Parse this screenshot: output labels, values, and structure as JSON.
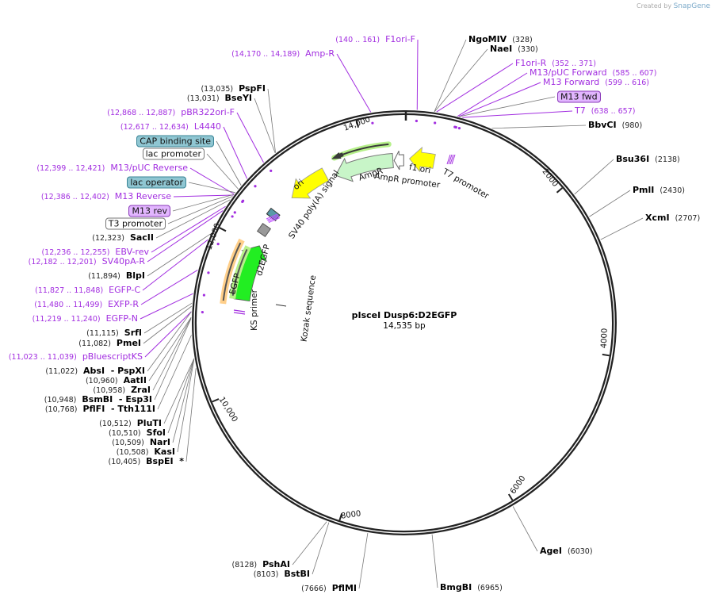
{
  "credit": {
    "prefix": "Created by",
    "brand": "SnapGene"
  },
  "plasmid": {
    "name": "pIsceI Dusp6:D2EGFP",
    "size": "14,535 bp",
    "length_bp": 14535
  },
  "ticks": [
    "14,000",
    "2000",
    "4000",
    "6000",
    "8000",
    "10,000",
    "12,000"
  ],
  "left_labels": [
    {
      "type": "p",
      "name": "Amp-R",
      "loc": "(14,170 .. 14,189)"
    },
    {
      "type": "p",
      "name": "F1ori-F",
      "loc": "(140 .. 161)"
    },
    {
      "type": "e",
      "name": "PspFI",
      "loc": "(13,035)"
    },
    {
      "type": "e",
      "name": "BseYI",
      "loc": "(13,031)"
    },
    {
      "type": "p",
      "name": "pBR322ori-F",
      "loc": "(12,868 .. 12,887)"
    },
    {
      "type": "p",
      "name": "L4440",
      "loc": "(12,617 .. 12,634)"
    },
    {
      "type": "b",
      "name": "CAP binding site",
      "style": "teal"
    },
    {
      "type": "b",
      "name": "lac promoter",
      "style": "white"
    },
    {
      "type": "p",
      "name": "M13/pUC Reverse",
      "loc": "(12,399 .. 12,421)"
    },
    {
      "type": "b",
      "name": "lac operator",
      "style": "teal"
    },
    {
      "type": "p",
      "name": "M13 Reverse",
      "loc": "(12,386 .. 12,402)"
    },
    {
      "type": "b",
      "name": "M13 rev",
      "style": "purple"
    },
    {
      "type": "b",
      "name": "T3 promoter",
      "style": "white"
    },
    {
      "type": "e",
      "name": "SacII",
      "loc": "(12,323)"
    },
    {
      "type": "p",
      "name": "EBV-rev",
      "loc": "(12,236 .. 12,255)"
    },
    {
      "type": "p",
      "name": "SV40pA-R",
      "loc": "(12,182 .. 12,201)"
    },
    {
      "type": "e",
      "name": "BlpI",
      "loc": "(11,894)"
    },
    {
      "type": "p",
      "name": "EGFP-C",
      "loc": "(11,827 .. 11,848)"
    },
    {
      "type": "p",
      "name": "EXFP-R",
      "loc": "(11,480 .. 11,499)"
    },
    {
      "type": "p",
      "name": "EGFP-N",
      "loc": "(11,219 .. 11,240)"
    },
    {
      "type": "e",
      "name": "SrfI",
      "loc": "(11,115)"
    },
    {
      "type": "e",
      "name": "PmeI",
      "loc": "(11,082)"
    },
    {
      "type": "p",
      "name": "pBluescriptKS",
      "loc": "(11,023 .. 11,039)"
    },
    {
      "type": "e",
      "name": "AbsI   - PspXI",
      "loc": "(11,022)"
    },
    {
      "type": "e",
      "name": "AatII",
      "loc": "(10,960)"
    },
    {
      "type": "e",
      "name": "ZraI",
      "loc": "(10,958)"
    },
    {
      "type": "e",
      "name": "BsmBI   - Esp3I",
      "loc": "(10,948)"
    },
    {
      "type": "e",
      "name": "PflFI   - Tth111I",
      "loc": "(10,768)"
    },
    {
      "type": "e",
      "name": "PluTI",
      "loc": "(10,512)"
    },
    {
      "type": "e",
      "name": "SfoI",
      "loc": "(10,510)"
    },
    {
      "type": "e",
      "name": "NarI",
      "loc": "(10,509)"
    },
    {
      "type": "e",
      "name": "KasI",
      "loc": "(10,508)"
    },
    {
      "type": "e",
      "name": "BspEI  *",
      "loc": "(10,405)"
    },
    {
      "type": "e",
      "name": "PshAI",
      "loc": "(8128)"
    },
    {
      "type": "e",
      "name": "BstBI",
      "loc": "(8103)"
    },
    {
      "type": "e",
      "name": "PflMI",
      "loc": "(7666)"
    }
  ],
  "right_labels": [
    {
      "type": "e",
      "name": "NgoMIV",
      "loc": "(328)"
    },
    {
      "type": "e",
      "name": "NaeI",
      "loc": "(330)"
    },
    {
      "type": "p",
      "name": "F1ori-R",
      "loc": "(352 .. 371)"
    },
    {
      "type": "p",
      "name": "M13/pUC Forward",
      "loc": "(585 .. 607)"
    },
    {
      "type": "p",
      "name": "M13 Forward",
      "loc": "(599 .. 616)"
    },
    {
      "type": "b",
      "name": "M13 fwd",
      "style": "purple"
    },
    {
      "type": "p",
      "name": "T7",
      "loc": "(638 .. 657)"
    },
    {
      "type": "e",
      "name": "BbvCI",
      "loc": "(980)"
    },
    {
      "type": "e",
      "name": "Bsu36I",
      "loc": "(2138)"
    },
    {
      "type": "e",
      "name": "PmlI",
      "loc": "(2430)"
    },
    {
      "type": "e",
      "name": "XcmI",
      "loc": "(2707)"
    },
    {
      "type": "e",
      "name": "AgeI",
      "loc": "(6030)"
    },
    {
      "type": "e",
      "name": "BmgBI",
      "loc": "(6965)"
    }
  ],
  "features": [
    {
      "name": "AmpR"
    },
    {
      "name": "AmpR promoter"
    },
    {
      "name": "f1 ori"
    },
    {
      "name": "T7 promoter"
    },
    {
      "name": "ori"
    },
    {
      "name": "SV40 poly(A) signal"
    },
    {
      "name": "d2EGFP"
    },
    {
      "name": "EGFP"
    },
    {
      "name": "KS primer"
    },
    {
      "name": "Kozak sequence"
    }
  ],
  "colors": {
    "primer": "#a22ee0",
    "ori": "#ffff00",
    "egfp": "#22ee22",
    "ampr": "#c8f5c8",
    "ring": "#222222"
  }
}
